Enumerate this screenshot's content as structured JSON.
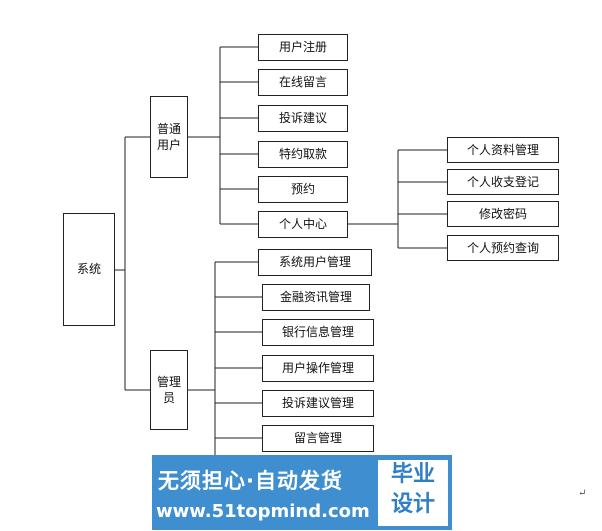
{
  "diagram": {
    "root": "系统",
    "groups": [
      {
        "id": "normal-user",
        "label": "普通用户",
        "children": [
          "用户注册",
          "在线留言",
          "投诉建议",
          "特约取款",
          "预约",
          "个人中心"
        ]
      },
      {
        "id": "admin",
        "label": "管理员",
        "children": [
          "系统用户管理",
          "金融资讯管理",
          "银行信息管理",
          "用户操作管理",
          "投诉建议管理",
          "留言管理"
        ]
      }
    ],
    "personal_center": {
      "label": "个人中心",
      "children": [
        "个人资料管理",
        "个人收支登记",
        "修改密码",
        "个人预约查询"
      ]
    }
  },
  "watermark": {
    "slogan": "无须担心·自动发货",
    "site": "www.51topmind.com",
    "badge_line1": "毕业",
    "badge_line2": "设计"
  },
  "paragraph_mark": "↵"
}
